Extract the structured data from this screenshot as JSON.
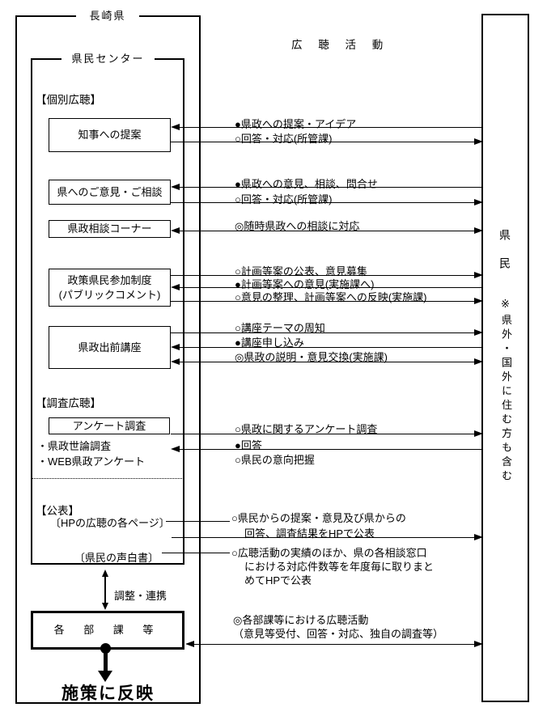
{
  "title": "広 聴 活 動",
  "prefecture": {
    "label": "長崎県"
  },
  "center": {
    "label": "県民センター"
  },
  "sections": {
    "individual": "【個別広聴】",
    "survey": "【調査広聴】",
    "publication": "【公表】"
  },
  "boxes": {
    "governor_proposal": "知事への提案",
    "opinions": "県へのご意見・ご相談",
    "consultation_corner": "県政相談コーナー",
    "public_comment_line1": "政策県民参加制度",
    "public_comment_line2": "(パブリックコメント)",
    "demae_lecture": "県政出前講座",
    "questionnaire": "アンケート調査",
    "departments": "各 部 課 等"
  },
  "lists": {
    "opinion_poll": "・県政世論調査",
    "web_questionnaire": "・WEB県政アンケート"
  },
  "publications": {
    "hp_pages": "〔HPの広聴の各ページ〕",
    "white_paper": "〔県民の声白書〕"
  },
  "flows": {
    "f1a": "●県政への提案・アイデア",
    "f1b": "○回答・対応(所管課)",
    "f2a": "●県政への意見、相談、問合せ",
    "f2b": "○回答・対応(所管課)",
    "f3": "◎随時県政への相談に対応",
    "f4a": "○計画等案の公表、意見募集",
    "f4b": "●計画等案への意見(実施課へ)",
    "f4c": "○意見の整理、計画等案への反映(実施課)",
    "f5a": "○講座テーマの周知",
    "f5b": "●講座申し込み",
    "f5c": "◎県政の説明・意見交換(実施課)",
    "f6a": "○県政に関するアンケート調査",
    "f6b": "●回答",
    "f6c": "○県民の意向把握",
    "f7a": "○県民からの提案・意見及び県からの",
    "f7b": "回答、調査結果をHPで公表",
    "f7c": "○広聴活動の実績のほか、県の各相談窓口",
    "f7d": "における対応件数等を年度毎に取りまと",
    "f7e": "めてHPで公表",
    "f8a": "◎各部課等における広聴活動",
    "f8b": "（意見等受付、回答・対応、独自の調査等）"
  },
  "citizens": {
    "main": "県民",
    "note": "※県外・国外に住む方も含む"
  },
  "bottom": {
    "adjust": "調整・連携",
    "result": "施策に反映"
  },
  "colors": {
    "ink": "#000000",
    "paper": "#ffffff"
  }
}
